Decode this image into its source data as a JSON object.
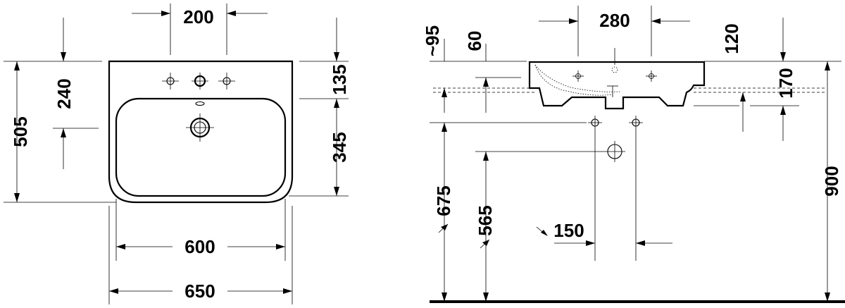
{
  "top_view": {
    "dims": {
      "d200": "200",
      "d135": "135",
      "d240": "240",
      "d505": "505",
      "d345": "345",
      "d600": "600",
      "d650": "650"
    }
  },
  "side_view": {
    "dims": {
      "d280": "280",
      "d95": "~95",
      "d60": "60",
      "d120": "120",
      "d170": "170",
      "d900": "900",
      "d675": "675",
      "d565": "565",
      "d150": "150"
    }
  }
}
